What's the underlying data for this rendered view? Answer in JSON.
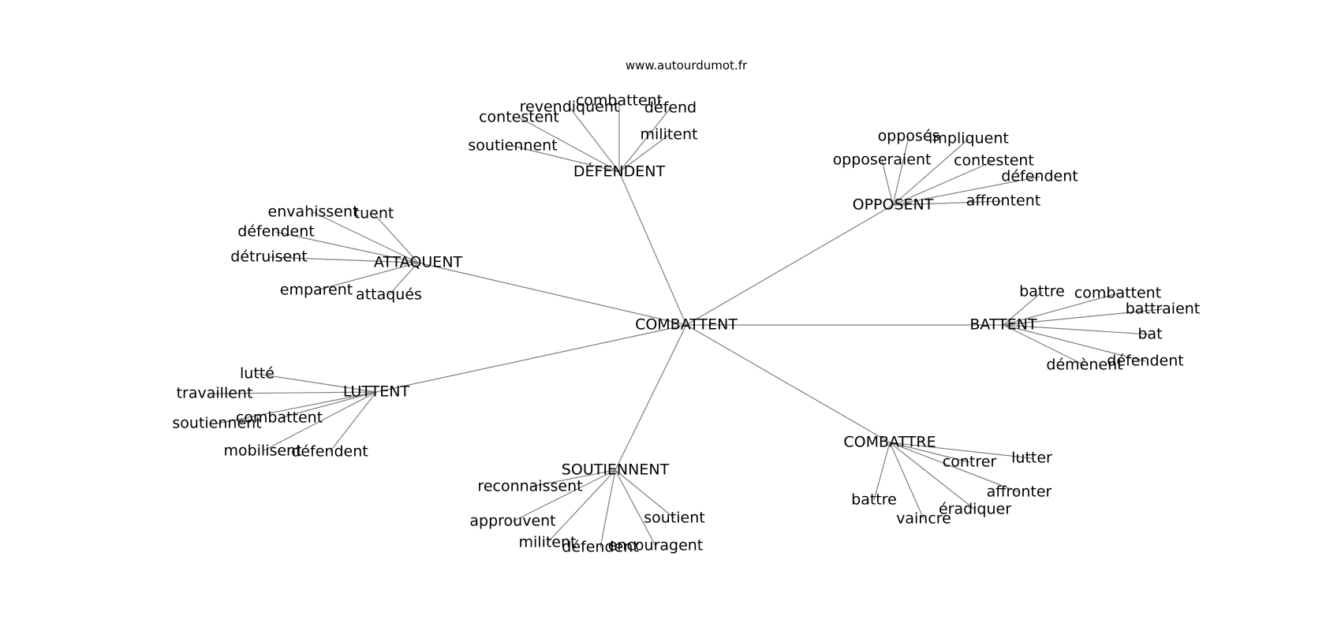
{
  "source": "www.autourdumot.fr",
  "center": "COMBATTENT",
  "hubs": [
    {
      "key": "defendent",
      "label": "DÉFENDENT",
      "words": [
        "combattent",
        "revendiquent",
        "défend",
        "contestent",
        "militent",
        "soutiennent"
      ]
    },
    {
      "key": "opposent",
      "label": "OPPOSENT",
      "words": [
        "opposés",
        "impliquent",
        "contestent",
        "opposeraient",
        "défendent",
        "affrontent"
      ]
    },
    {
      "key": "attaquent",
      "label": "ATTAQUENT",
      "words": [
        "envahissent",
        "tuent",
        "défendent",
        "détruisent",
        "emparent",
        "attaqués"
      ]
    },
    {
      "key": "battent",
      "label": "BATTENT",
      "words": [
        "battre",
        "combattent",
        "battraient",
        "bat",
        "défendent",
        "démènent"
      ]
    },
    {
      "key": "luttent",
      "label": "LUTTENT",
      "words": [
        "lutté",
        "travaillent",
        "combattent",
        "soutiennent",
        "mobilisent",
        "défendent"
      ]
    },
    {
      "key": "combattre",
      "label": "COMBATTRE",
      "words": [
        "lutter",
        "contrer",
        "affronter",
        "battre",
        "éradiquer",
        "vaincre"
      ]
    },
    {
      "key": "soutiennent",
      "label": "SOUTIENNENT",
      "words": [
        "reconnaissent",
        "approuvent",
        "soutient",
        "militent",
        "défendent",
        "encouragent"
      ]
    }
  ]
}
